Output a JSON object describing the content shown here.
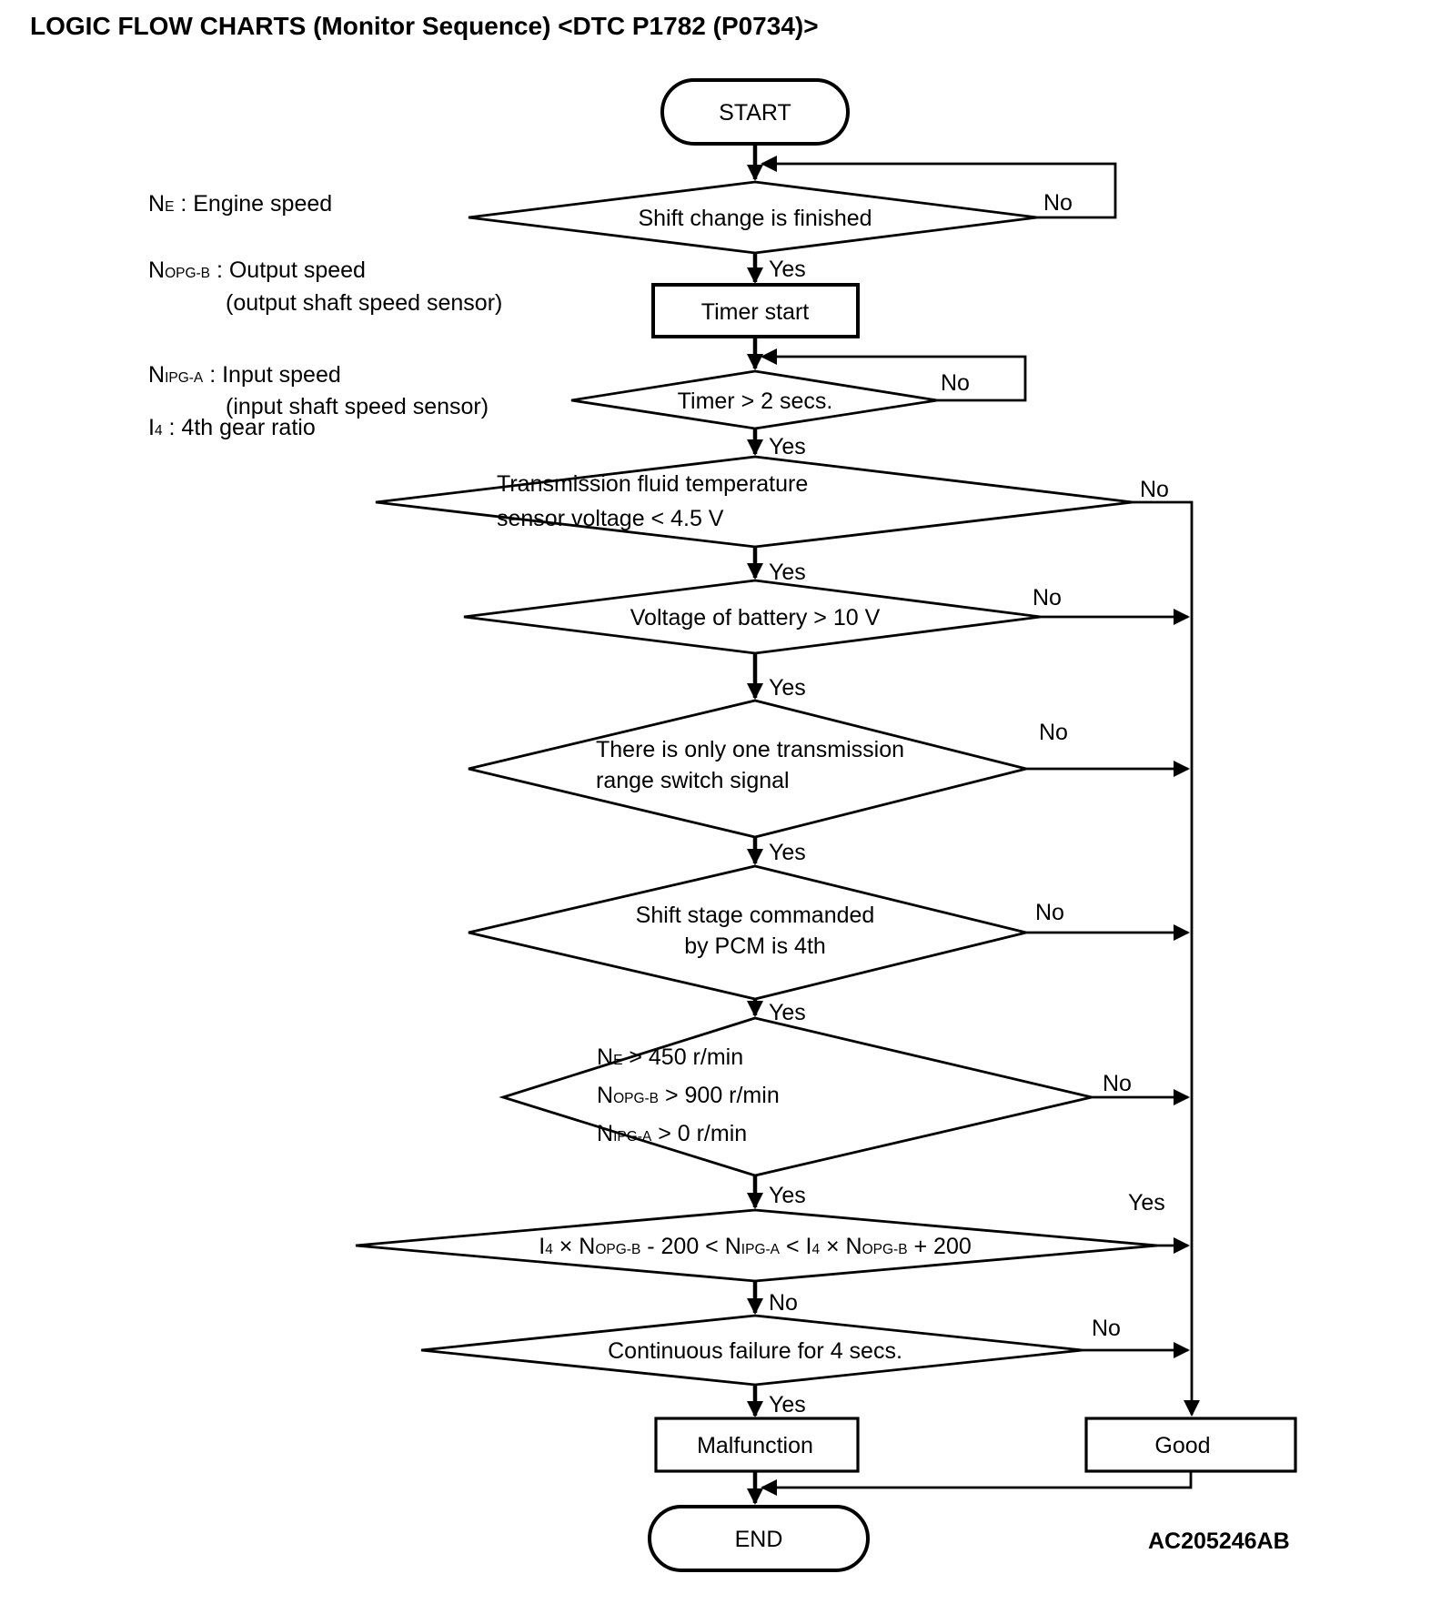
{
  "title": "LOGIC FLOW CHARTS (Monitor Sequence) <DTC P1782 (P0734)>",
  "figure_code": "AC205246AB",
  "colors": {
    "ink": "#000000",
    "paper": "#ffffff"
  },
  "labels": {
    "yes": "Yes",
    "no": "No"
  },
  "legend": {
    "engine": {
      "sym": "N",
      "sub": "E",
      "rest": " : Engine speed"
    },
    "output": {
      "sym": "N",
      "sub": "OPG-B",
      "rest": " : Output speed",
      "note": "(output shaft speed sensor)"
    },
    "input": {
      "sym": "N",
      "sub": "IPG-A",
      "rest": " : Input speed",
      "note": "(input shaft speed sensor)"
    },
    "gear": {
      "sym": "I",
      "sub": "4",
      "rest": " : 4th gear ratio"
    }
  },
  "nodes": {
    "start": {
      "label": "START"
    },
    "d1": {
      "label": "Shift change is finished"
    },
    "timer_start": {
      "label": "Timer start"
    },
    "d2": {
      "label": "Timer > 2 secs."
    },
    "d3": {
      "line1": "Transmission fluid temperature",
      "line2": "sensor voltage < 4.5 V"
    },
    "d4": {
      "label": "Voltage of battery > 10 V"
    },
    "d5": {
      "line1": "There is only one transmission",
      "line2": "range switch signal"
    },
    "d6": {
      "line1": "Shift stage commanded",
      "line2": "by PCM is 4th"
    },
    "d7": {
      "line1": {
        "sym": "N",
        "sub": "E",
        "rest": " > 450 r/min"
      },
      "line2": {
        "sym": "N",
        "sub": "OPG-B",
        "rest": " > 900 r/min"
      },
      "line3": {
        "sym": "N",
        "sub": "IPG-A",
        "rest": " > 0 r/min"
      }
    },
    "d8": {
      "parts": [
        {
          "t": "I",
          "sub": false
        },
        {
          "t": "4",
          "sub": true
        },
        {
          "t": " × N",
          "sub": false
        },
        {
          "t": "OPG-B",
          "sub": true
        },
        {
          "t": " - 200 < N",
          "sub": false
        },
        {
          "t": "IPG-A",
          "sub": true
        },
        {
          "t": " < I",
          "sub": false
        },
        {
          "t": "4",
          "sub": true
        },
        {
          "t": " × N",
          "sub": false
        },
        {
          "t": "OPG-B",
          "sub": true
        },
        {
          "t": " + 200",
          "sub": false
        }
      ]
    },
    "d9": {
      "label": "Continuous failure for 4 secs."
    },
    "malfunction": {
      "label": "Malfunction"
    },
    "good": {
      "label": "Good"
    },
    "end": {
      "label": "END"
    }
  }
}
